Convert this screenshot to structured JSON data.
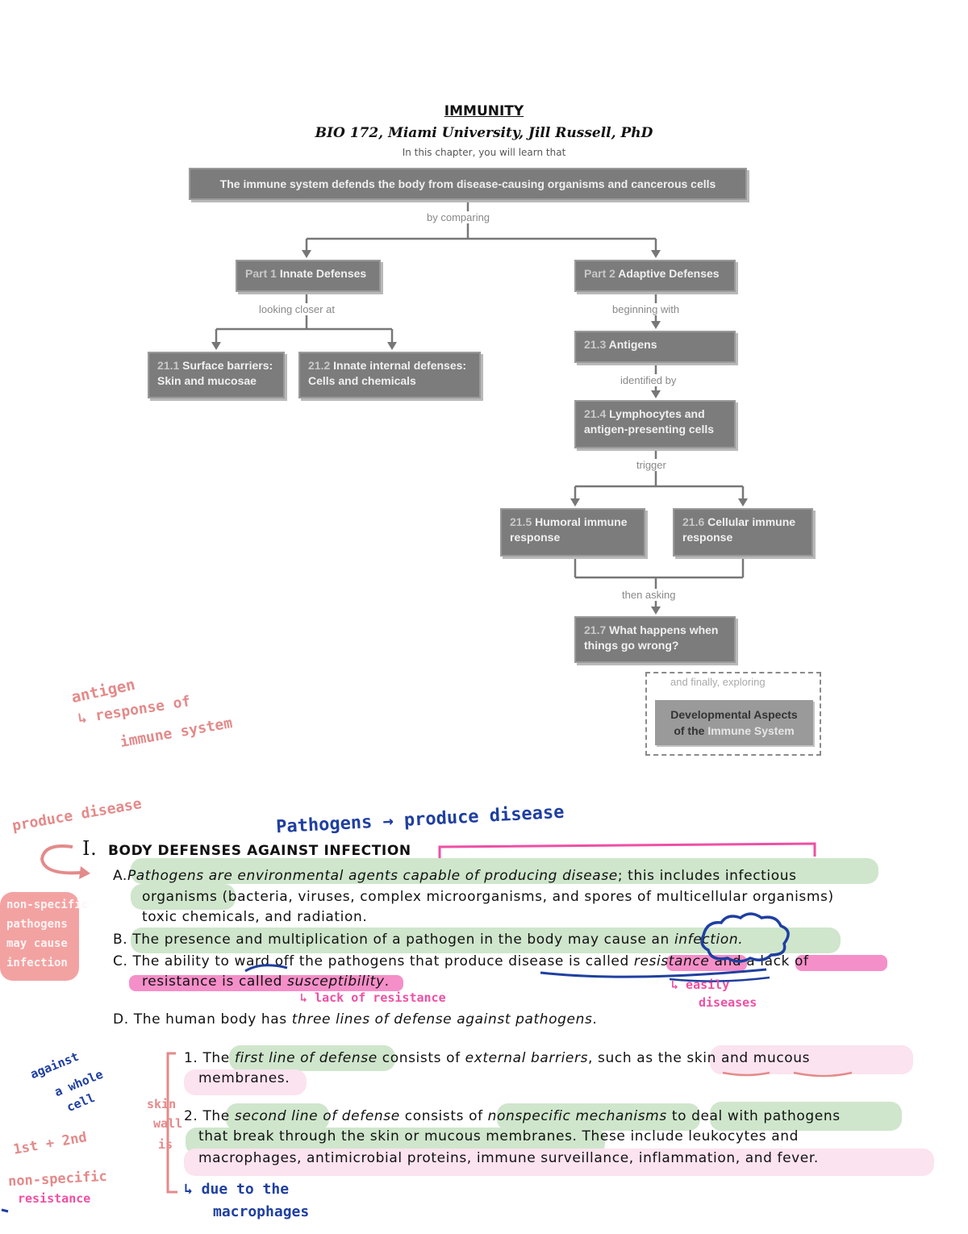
{
  "header": {
    "title": "IMMUNITY",
    "course": "BIO 172, Miami University, Jill Russell, PhD",
    "intro": "In this chapter, you will learn that"
  },
  "concept_map": {
    "main": "The immune system defends the body from disease-causing organisms and cancerous cells",
    "conn_comparing": "by comparing",
    "part1_num": "Part 1",
    "part1_label": "Innate Defenses",
    "part2_num": "Part 2",
    "part2_label": "Adaptive Defenses",
    "conn_looking": "looking closer at",
    "conn_beginning": "beginning with",
    "s211_num": "21.1",
    "s211_l1": "Surface barriers:",
    "s211_l2": "Skin and mucosae",
    "s212_num": "21.2",
    "s212_l1": "Innate internal defenses:",
    "s212_l2": "Cells and chemicals",
    "s213_num": "21.3",
    "s213_label": "Antigens",
    "conn_identified": "identified by",
    "s214_num": "21.4",
    "s214_l1": "Lymphocytes and",
    "s214_l2": "antigen-presenting cells",
    "conn_trigger": "trigger",
    "s215_num": "21.5",
    "s215_l1": "Humoral immune",
    "s215_l2": "response",
    "s216_num": "21.6",
    "s216_l1": "Cellular immune",
    "s216_l2": "response",
    "conn_then": "then asking",
    "s217_num": "21.7",
    "s217_l1": "What happens when",
    "s217_l2": "things go wrong?",
    "conn_finally": "and finally, exploring",
    "dev_l1": "Developmental Aspects",
    "dev_l2a": "of the",
    "dev_l2b": "Immune System"
  },
  "outline": {
    "sec_num": "I.",
    "sec_title": "BODY DEFENSES AGAINST INFECTION",
    "a_label": "A.",
    "a_l1_i": "Pathogens are environmental agents capable of producing disease",
    "a_l1_rest": "; this includes infectious",
    "a_l2": "organisms (bacteria, viruses, complex microorganisms, and spores of multicellular organisms)",
    "a_l3": "toxic chemicals, and radiation.",
    "b_label": "B.",
    "b_l1": "The presence and multiplication of a pathogen in the body may cause an",
    "b_l1_i": "infection.",
    "c_label": "C.",
    "c_l1": "The ability to ward off the pathogens that produce disease is called",
    "c_l1_i": "resistance",
    "c_l1_rest": "and a lack of",
    "c_l2": "resistance is called",
    "c_l2_i": "susceptibility",
    "c_l2_end": ".",
    "d_label": "D.",
    "d_l1": "The human body has",
    "d_l1_i": "three lines of defense against pathogens",
    "d_l1_end": ".",
    "n1_label": "1.",
    "n1_a": "The",
    "n1_i1": "first line of defense",
    "n1_b": "consists of",
    "n1_i2": "external barriers",
    "n1_c": ", such as the skin and mucous",
    "n1_l2": "membranes.",
    "n2_label": "2.",
    "n2_a": "The",
    "n2_i1": "second line of defense",
    "n2_b": "consists of",
    "n2_i2": "nonspecific mechanisms",
    "n2_c": "to deal with pathogens",
    "n2_l2": "that break through the skin or mucous membranes. These include leukocytes and",
    "n2_l3": "macrophages, antimicrobial proteins, immune surveillance, inflammation, and fever."
  },
  "handwriting": {
    "antigen_1": "antigen",
    "antigen_2": "↳ response of",
    "antigen_3": "immune system",
    "produce": "produce disease",
    "pathogens": "Pathogens → produce disease",
    "side_1": "non-specific",
    "side_2": "pathogens",
    "side_3": "may cause",
    "side_4": "infection",
    "lack": "↳ lack of resistance",
    "easily_1": "↳ easily",
    "easily_2": "diseases",
    "against_1": "against",
    "against_2": "a whole",
    "against_3": "cell",
    "skin_1": "skin",
    "skin_2": "wall",
    "skin_3": "is",
    "first_second": "1st + 2nd",
    "nonspec": "non-specific",
    "resistance": "resistance",
    "macro_1": "↳ due to the",
    "macro_2": "macrophages"
  },
  "colors": {
    "box_fill": "#7c7c7c",
    "highlight_green": "#cfe6cc",
    "highlight_pink": "#f58fc9",
    "highlight_light_pink": "#fbe3ef",
    "ink_blue": "#1f3fa0",
    "ink_salmon": "#e48a8a",
    "ink_pink": "#ef4fa4"
  }
}
